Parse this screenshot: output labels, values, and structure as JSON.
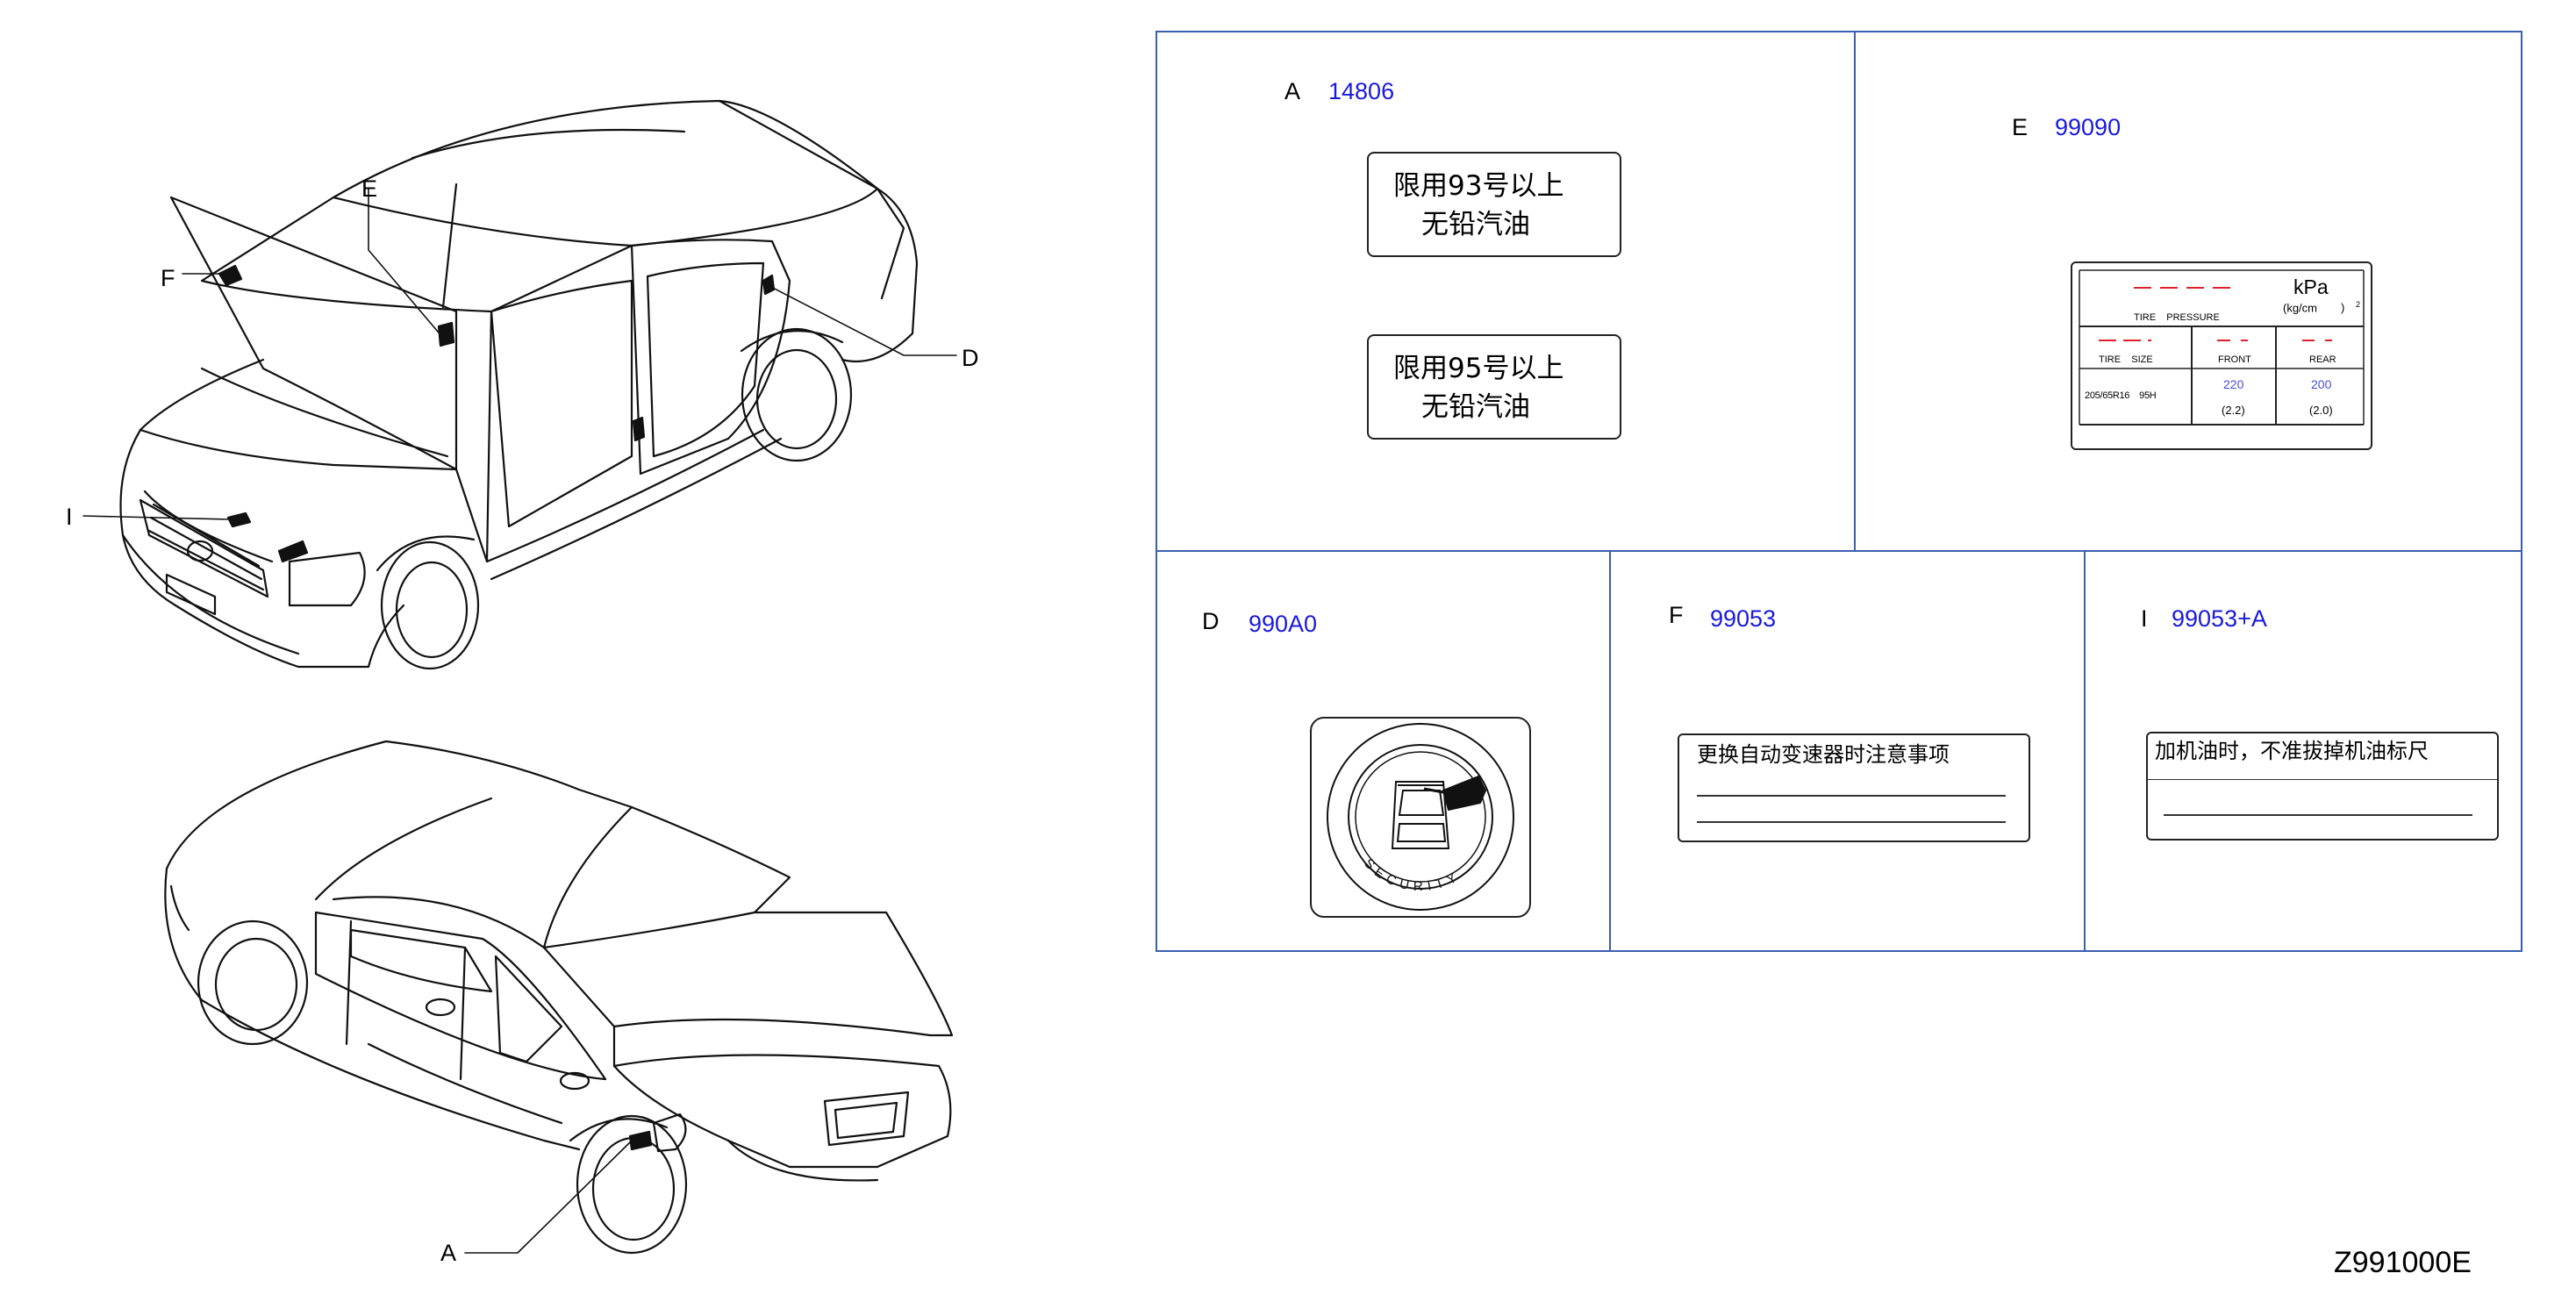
{
  "colors": {
    "code": "#1a1adb",
    "grid": "#3b5fb0",
    "red_dash": "#e0202a"
  },
  "diagram_id": "Z991000E",
  "callouts": {
    "e": "E",
    "f": "F",
    "d": "D",
    "i": "I",
    "a": "A"
  },
  "panels": {
    "a": {
      "letter": "A",
      "code": "14806",
      "label1": [
        "限用93号以上",
        "无铅汽油"
      ],
      "label2": [
        "限用95号以上",
        "无铅汽油"
      ]
    },
    "e": {
      "letter": "E",
      "code": "99090",
      "kpa": "kPa",
      "kgcm": "(kg/cm",
      "sup": "2",
      "close_paren": ")",
      "tire_pressure": "TIRE    PRESSURE",
      "tire_size": "TIRE    SIZE",
      "front": "FRONT",
      "rear": "REAR",
      "size_value": "205/65R16    95H",
      "front_kpa": "220",
      "front_kg": "(2.2)",
      "rear_kpa": "200",
      "rear_kg": "(2.0)"
    },
    "d": {
      "letter": "D",
      "code": "990A0",
      "security": "SECURITY",
      "security_icon": "car-key-icon"
    },
    "f": {
      "letter": "F",
      "code": "99053",
      "text": "更换自动变速器时注意事项"
    },
    "i": {
      "letter": "I",
      "code": "99053+A",
      "text": "加机油时，不准拔掉机油标尺"
    }
  }
}
